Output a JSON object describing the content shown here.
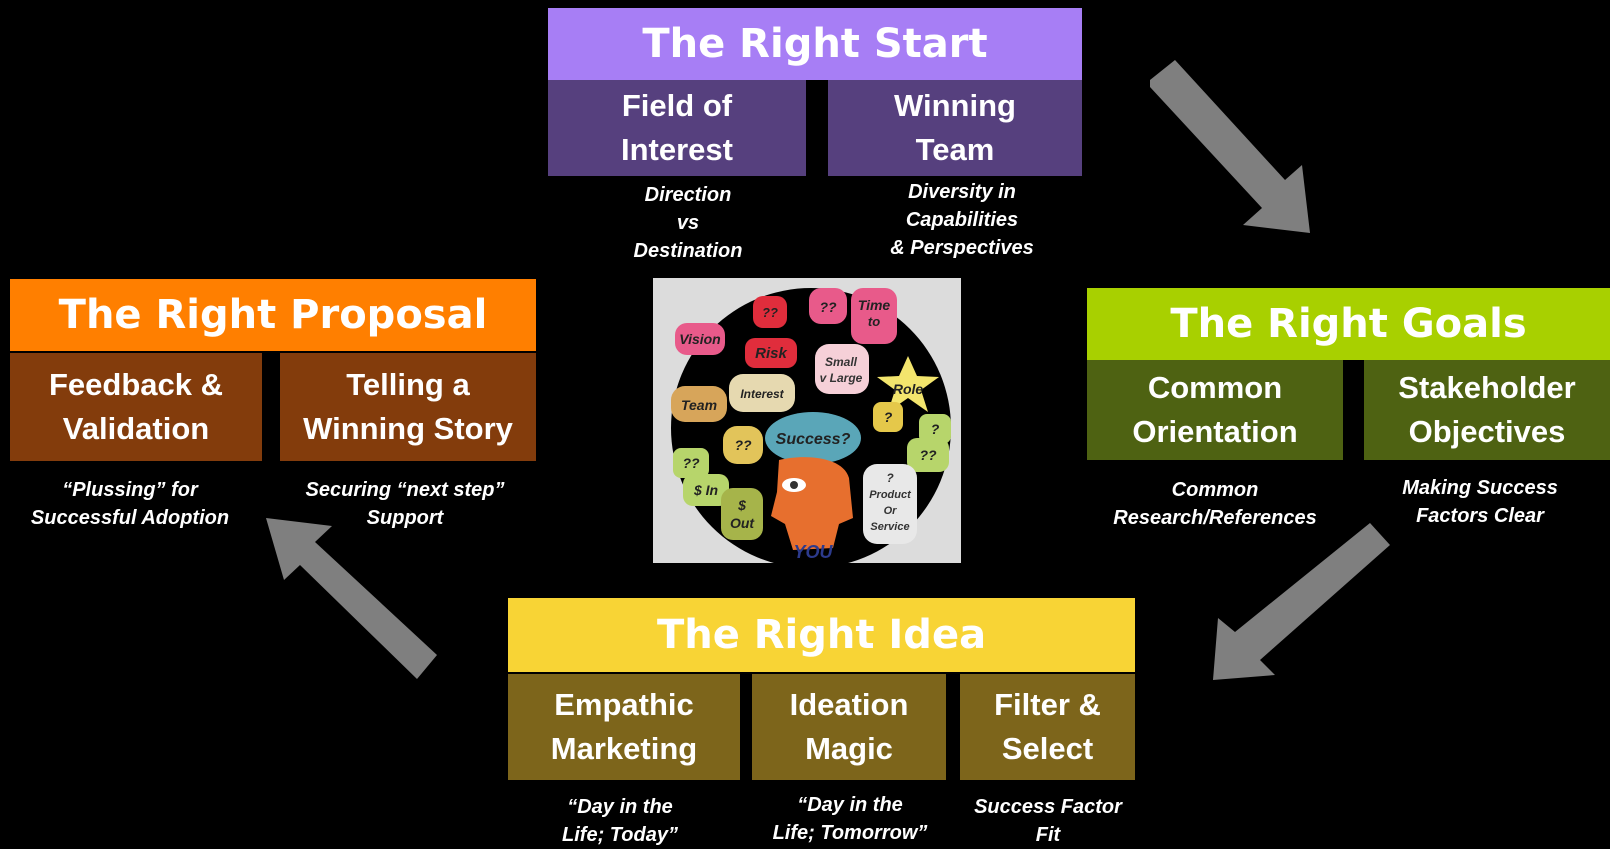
{
  "colors": {
    "start_title": "#a77ef5",
    "start_sub": "#56407e",
    "proposal_title": "#ff7f00",
    "proposal_sub": "#833c0c",
    "goals_title": "#a8d000",
    "goals_sub": "#4e6212",
    "idea_title": "#f8d435",
    "idea_sub": "#7d651b",
    "arrow": "#7f7f7f"
  },
  "start": {
    "title": "The Right Start",
    "sub1": "Field of\nInterest",
    "sub2": "Winning\nTeam",
    "note1": "Direction\nvs\nDestination",
    "note2": "Diversity  in\nCapabilities\n& Perspectives"
  },
  "proposal": {
    "title": "The Right Proposal",
    "sub1": "Feedback &\nValidation",
    "sub2": "Telling  a\nWinning Story",
    "note1": "“Plussing” for\nSuccessful Adoption",
    "note2": "Securing “next step”\nSupport"
  },
  "goals": {
    "title": "The Right Goals",
    "sub1": "Common\nOrientation",
    "sub2": "Stakeholder\nObjectives",
    "note1": "Common\nResearch/References",
    "note2": "Making Success\nFactors Clear"
  },
  "idea": {
    "title": "The Right Idea",
    "sub1": "Empathic\nMarketing",
    "sub2": "Ideation\nMagic",
    "sub3": "Filter &\nSelect",
    "note1": "“Day in the\nLife; Today”",
    "note2": "“Day in the\nLife; Tomorrow”",
    "note3": "Success Factor\nFit"
  },
  "image": {
    "bubbles": [
      "Vision",
      "??",
      "??",
      "Time\nto",
      "Risk",
      "Small\nv Large",
      "Role",
      "Team",
      "Interest",
      "?",
      "?",
      "??",
      "Success?",
      "??",
      "??",
      "$ In",
      "$\nOut",
      "?\nProduct\nOr\nService",
      "YOU"
    ]
  }
}
